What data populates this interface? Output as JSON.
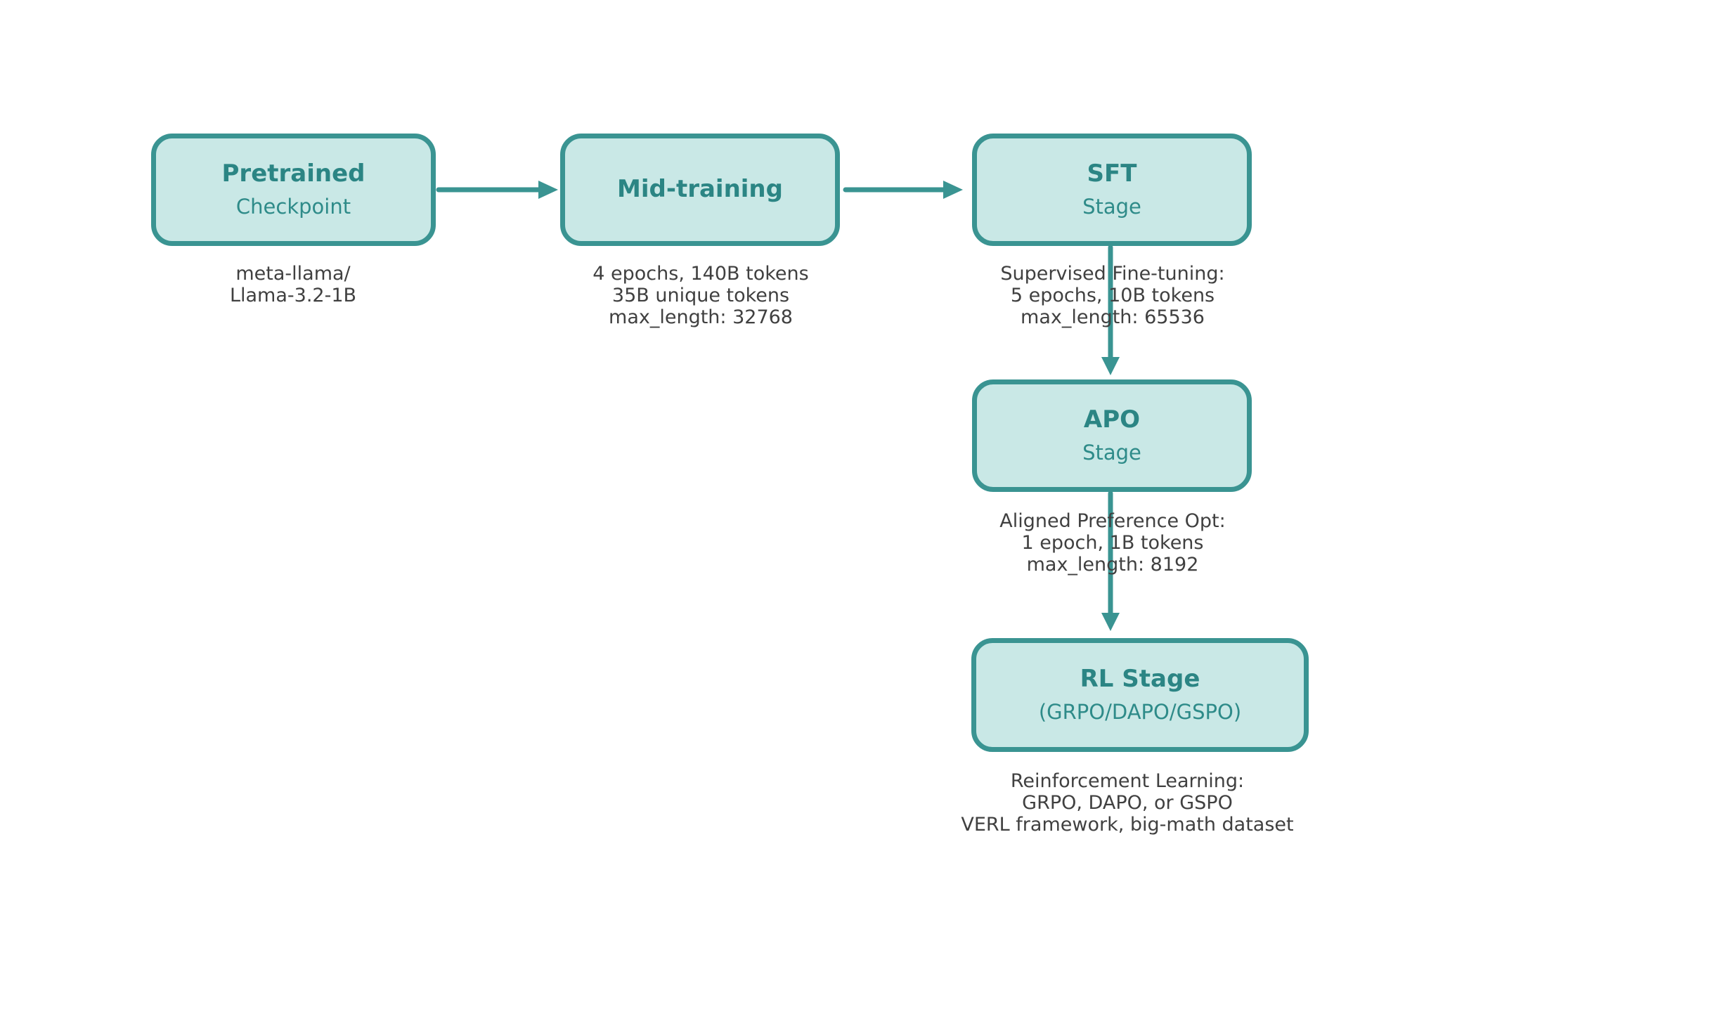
{
  "diagram": {
    "background_color": "#ffffff",
    "colors": {
      "box_fill": "#c9e8e6",
      "box_border": "#3a9492",
      "title_text": "#2b8584",
      "subtitle_text": "#2e8b89",
      "caption_text": "#404040",
      "arrow": "#3a9492"
    },
    "nodes": [
      {
        "id": "pretrained",
        "title": "Pretrained",
        "subtitle": "Checkpoint",
        "caption": [
          "meta-llama/",
          "Llama-3.2-1B"
        ]
      },
      {
        "id": "mid-training",
        "title": "Mid-training",
        "subtitle": "",
        "caption": [
          "4 epochs, 140B tokens",
          "35B unique tokens",
          "max_length: 32768"
        ]
      },
      {
        "id": "sft",
        "title": "SFT",
        "subtitle": "Stage",
        "caption": [
          "Supervised Fine-tuning:",
          "5 epochs, 10B tokens",
          "max_length: 65536"
        ]
      },
      {
        "id": "apo",
        "title": "APO",
        "subtitle": "Stage",
        "caption": [
          "Aligned Preference Opt:",
          "1 epoch, 1B tokens",
          "max_length: 8192"
        ]
      },
      {
        "id": "rl",
        "title": "RL Stage",
        "subtitle": "(GRPO/DAPO/GSPO)",
        "caption": [
          "Reinforcement Learning:",
          "GRPO, DAPO, or GSPO",
          "VERL framework, big-math dataset"
        ]
      }
    ],
    "edges": [
      {
        "from": "pretrained",
        "to": "mid-training",
        "direction": "right"
      },
      {
        "from": "mid-training",
        "to": "sft",
        "direction": "right"
      },
      {
        "from": "sft",
        "to": "apo",
        "direction": "down"
      },
      {
        "from": "apo",
        "to": "rl",
        "direction": "down"
      }
    ]
  }
}
